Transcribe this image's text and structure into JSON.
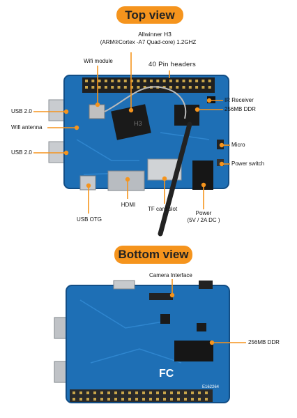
{
  "top": {
    "title": "Top view",
    "cpu_line1": "Allwinner H3",
    "cpu_line2": "(ARM®Cortex  -A7 Quad-core)  1.2GHZ",
    "pin_headers": "40 Pin headers",
    "wifi_module": "Wifi module",
    "ir_receiver": "IR Receiver",
    "ddr": "256MB DDR",
    "usb_a": "USB 2.0",
    "wifi_antenna": "Wifi antenna",
    "usb_b": "USB 2.0",
    "micro": "Micro",
    "power_switch": "Power switch",
    "hdmi": "HDMI",
    "tf_card": "TF card slot",
    "power_line1": "Power",
    "power_line2": "(5V / 2A DC )",
    "usb_otg": "USB OTG",
    "chip_text": "H3"
  },
  "bottom": {
    "title": "Bottom view",
    "camera": "Camera Interface",
    "ddr": "256MB DDR",
    "fc_mark": "FC",
    "silk_text": "E162264"
  },
  "colors": {
    "accent": "#f5941d",
    "board": "#1e6fb5",
    "board_dark": "#124e86"
  }
}
